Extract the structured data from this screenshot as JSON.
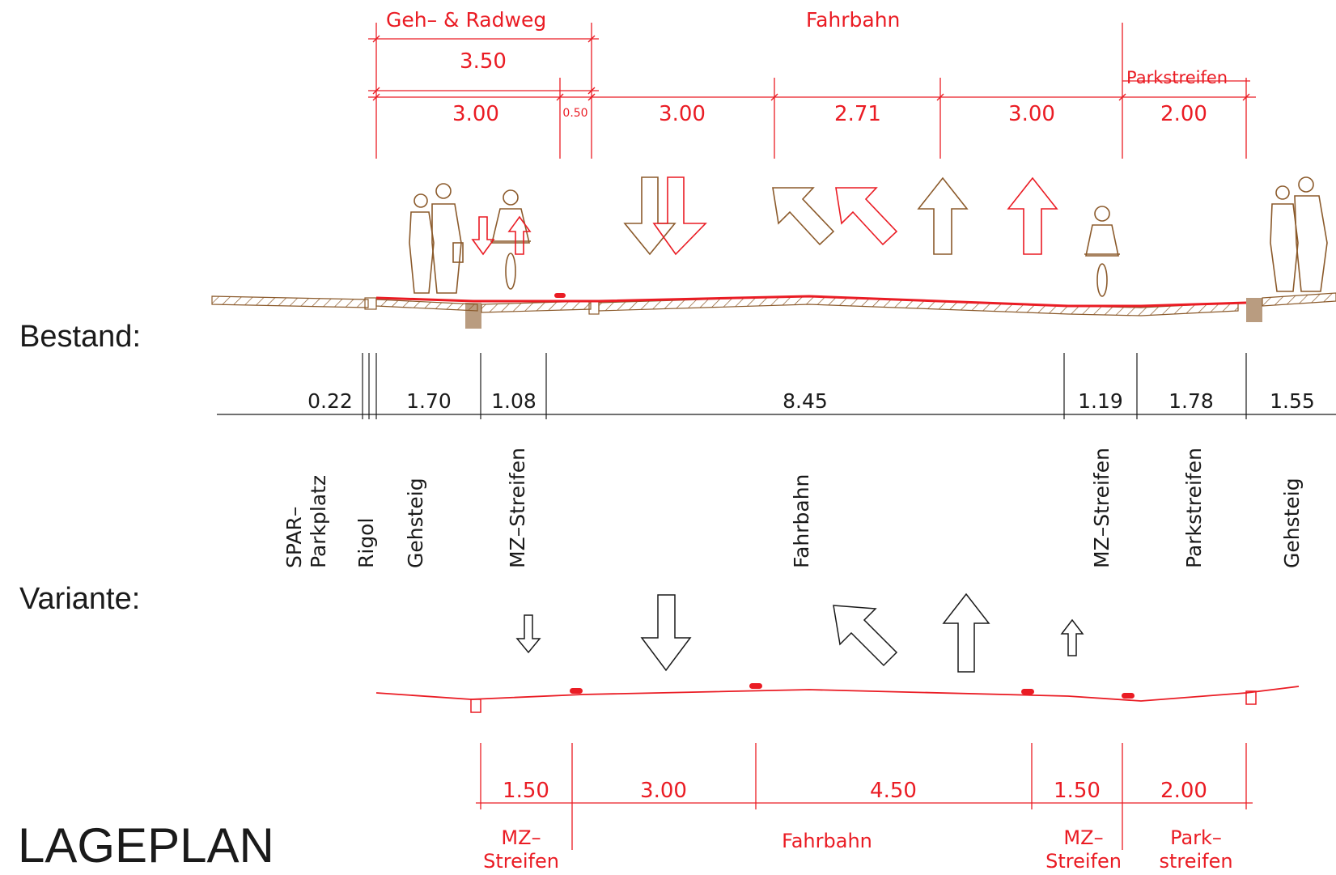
{
  "labels": {
    "bestand": "Bestand:",
    "variante": "Variante:",
    "lageplan": "LAGEPLAN"
  },
  "top": {
    "geh_radweg": "Geh– & Radweg",
    "fahrbahn": "Fahrbahn",
    "parkstreifen": "Parkstreifen",
    "dims_row1": [
      "3.50"
    ],
    "dims_row2": [
      "3.00",
      "0.50",
      "3.00",
      "2.71",
      "3.00",
      "2.00"
    ]
  },
  "bestand": {
    "dims": [
      "0.22",
      "1.70",
      "1.08",
      "8.45",
      "1.19",
      "1.78",
      "1.55"
    ],
    "zones": [
      "SPAR–",
      "Parkplatz",
      "Rigol",
      "Gehsteig",
      "MZ–Streifen",
      "Fahrbahn",
      "MZ–Streifen",
      "Parkstreifen",
      "Gehsteig"
    ]
  },
  "variante": {
    "dims": [
      "1.50",
      "3.00",
      "4.50",
      "1.50",
      "2.00"
    ],
    "zones": [
      "MZ–",
      "Streifen",
      "Fahrbahn",
      "MZ–",
      "Streifen",
      "Park–",
      "streifen"
    ]
  },
  "colors": {
    "planned": "#ea1c24",
    "existing": "#1a1a1a",
    "terrain": "#8b5a2b"
  }
}
